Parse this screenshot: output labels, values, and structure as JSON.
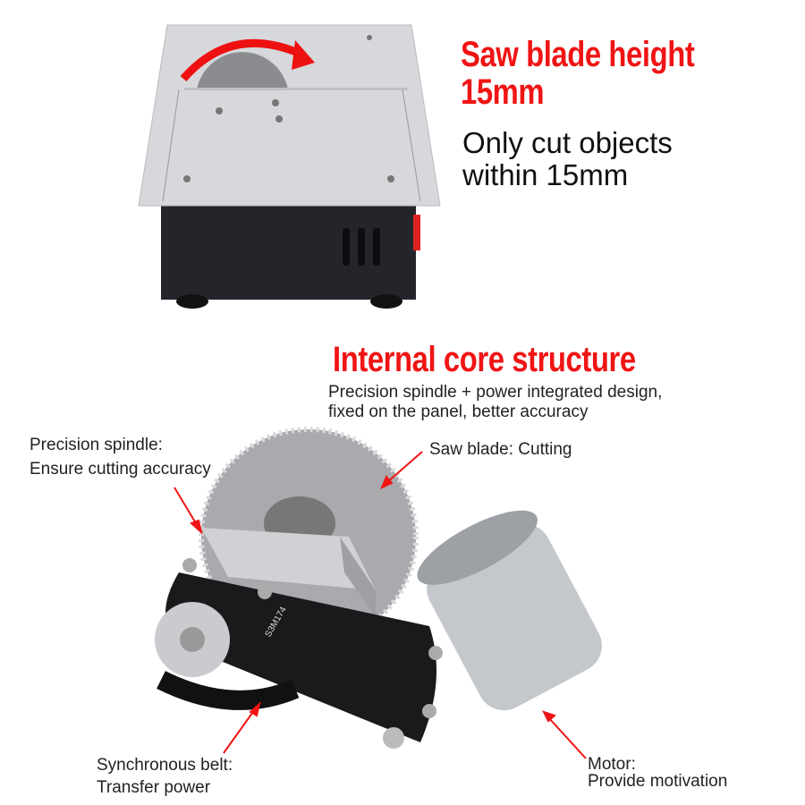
{
  "top_section": {
    "title_line1": "Saw blade height",
    "title_line2": "15mm",
    "desc_line1": "Only cut objects",
    "desc_line2": "within 15mm"
  },
  "core_section": {
    "title": "Internal core structure",
    "subtitle_line1": "Precision spindle + power integrated design,",
    "subtitle_line2": "fixed on the panel, better accuracy"
  },
  "callouts": {
    "spindle_title": "Precision spindle:",
    "spindle_desc": "Ensure cutting accuracy",
    "blade": "Saw blade: Cutting",
    "belt_title": "Synchronous belt:",
    "belt_desc": "Transfer power",
    "motor_title": "Motor:",
    "motor_desc": "Provide motivation"
  },
  "belt_marking": "S3M174",
  "colors": {
    "accent_red": "#f01414",
    "text": "#222222"
  }
}
